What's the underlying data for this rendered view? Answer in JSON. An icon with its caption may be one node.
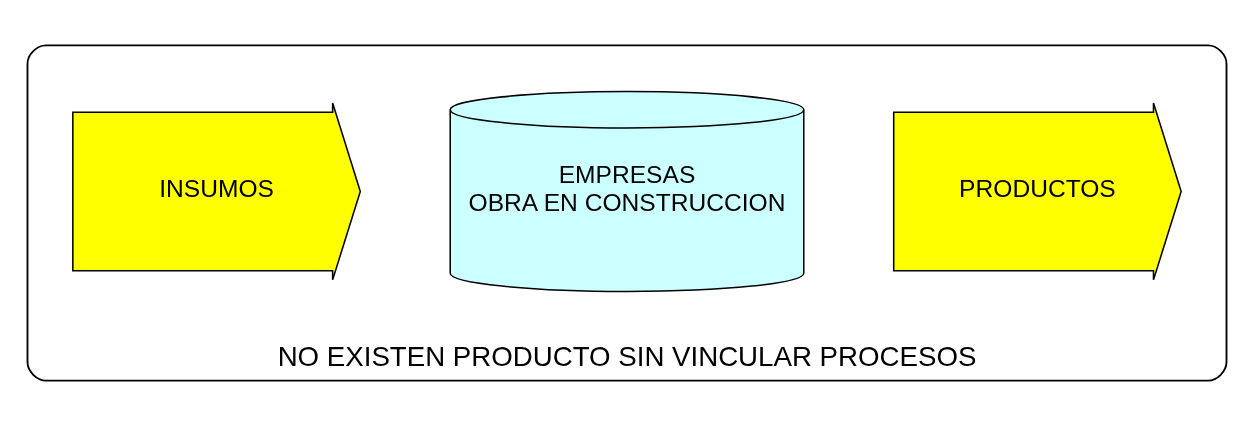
{
  "diagram": {
    "nodes": [
      {
        "text": [
          "NO EXISTEN PRODUCTO SIN VINCULAR PROCESOS"
        ]
      },
      {
        "text": [
          "INSUMOS"
        ],
        "in": 0
      },
      {
        "text": [
          "EMPRESAS",
          "OBRA EN CONSTRUCCION"
        ],
        "in": 0
      },
      {
        "text": [
          "PRODUCTOS"
        ],
        "in": 0
      }
    ]
  }
}
